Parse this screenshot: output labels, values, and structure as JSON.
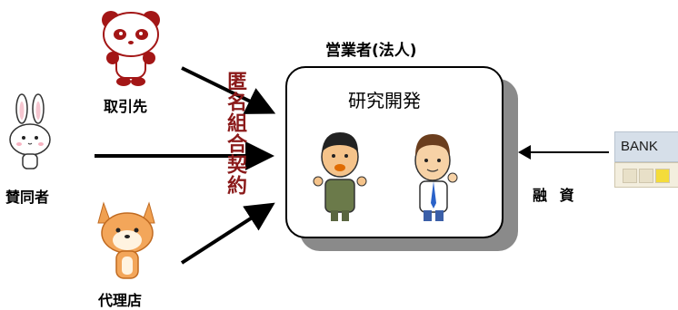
{
  "parties": {
    "supplier": {
      "label": "取引先",
      "icon": "panda-icon"
    },
    "supporter": {
      "label": "賛同者",
      "icon": "rabbit-icon"
    },
    "agency": {
      "label": "代理店",
      "icon": "shiba-dog-icon"
    }
  },
  "contract_label": "匿名組合契約",
  "operator": {
    "title": "営業者(法人)",
    "activity": "研究開発",
    "people_icons": [
      "businessman-icon",
      "researcher-icon"
    ]
  },
  "bank": {
    "sign": "BANK",
    "icon": "bank-building-icon"
  },
  "financing_label": "融 資",
  "colors": {
    "contract_text": "#8b1a1a",
    "shadow": "#8a8a8a"
  }
}
